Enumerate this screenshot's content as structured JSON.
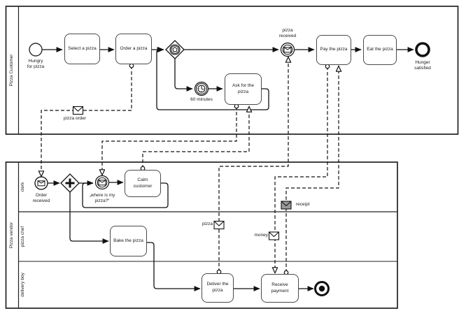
{
  "pools": {
    "customer": {
      "label": "Pizza Customer"
    },
    "vendor": {
      "label": "Pizza vendor",
      "lanes": [
        "clerk",
        "pizza chef",
        "delivery boy"
      ]
    }
  },
  "customer": {
    "start_event": "Hungry\nfor pizza",
    "task_select": "Select a pizza",
    "task_order": "Order a pizza",
    "event_pizza_received": "pizza\nreceived",
    "task_pay": "Pay the pizza",
    "task_eat": "Eat the pizza",
    "end_event": "Hunger\nsatisfied",
    "timer_event": "60 minutes",
    "task_ask": "Ask for the\npizza"
  },
  "vendor": {
    "event_order_received": "Order\nreceived",
    "event_where_is_pizza": "„where is my\npizza?“",
    "task_calm": "Calm\ncustomer",
    "task_bake": "Bake the pizza",
    "task_deliver": "Deliver the\npizza",
    "task_receive": "Receive\npayment"
  },
  "messages": {
    "pizza_order": "pizza order",
    "pizza": "pizza",
    "money": "money",
    "receipt": "receipt"
  }
}
